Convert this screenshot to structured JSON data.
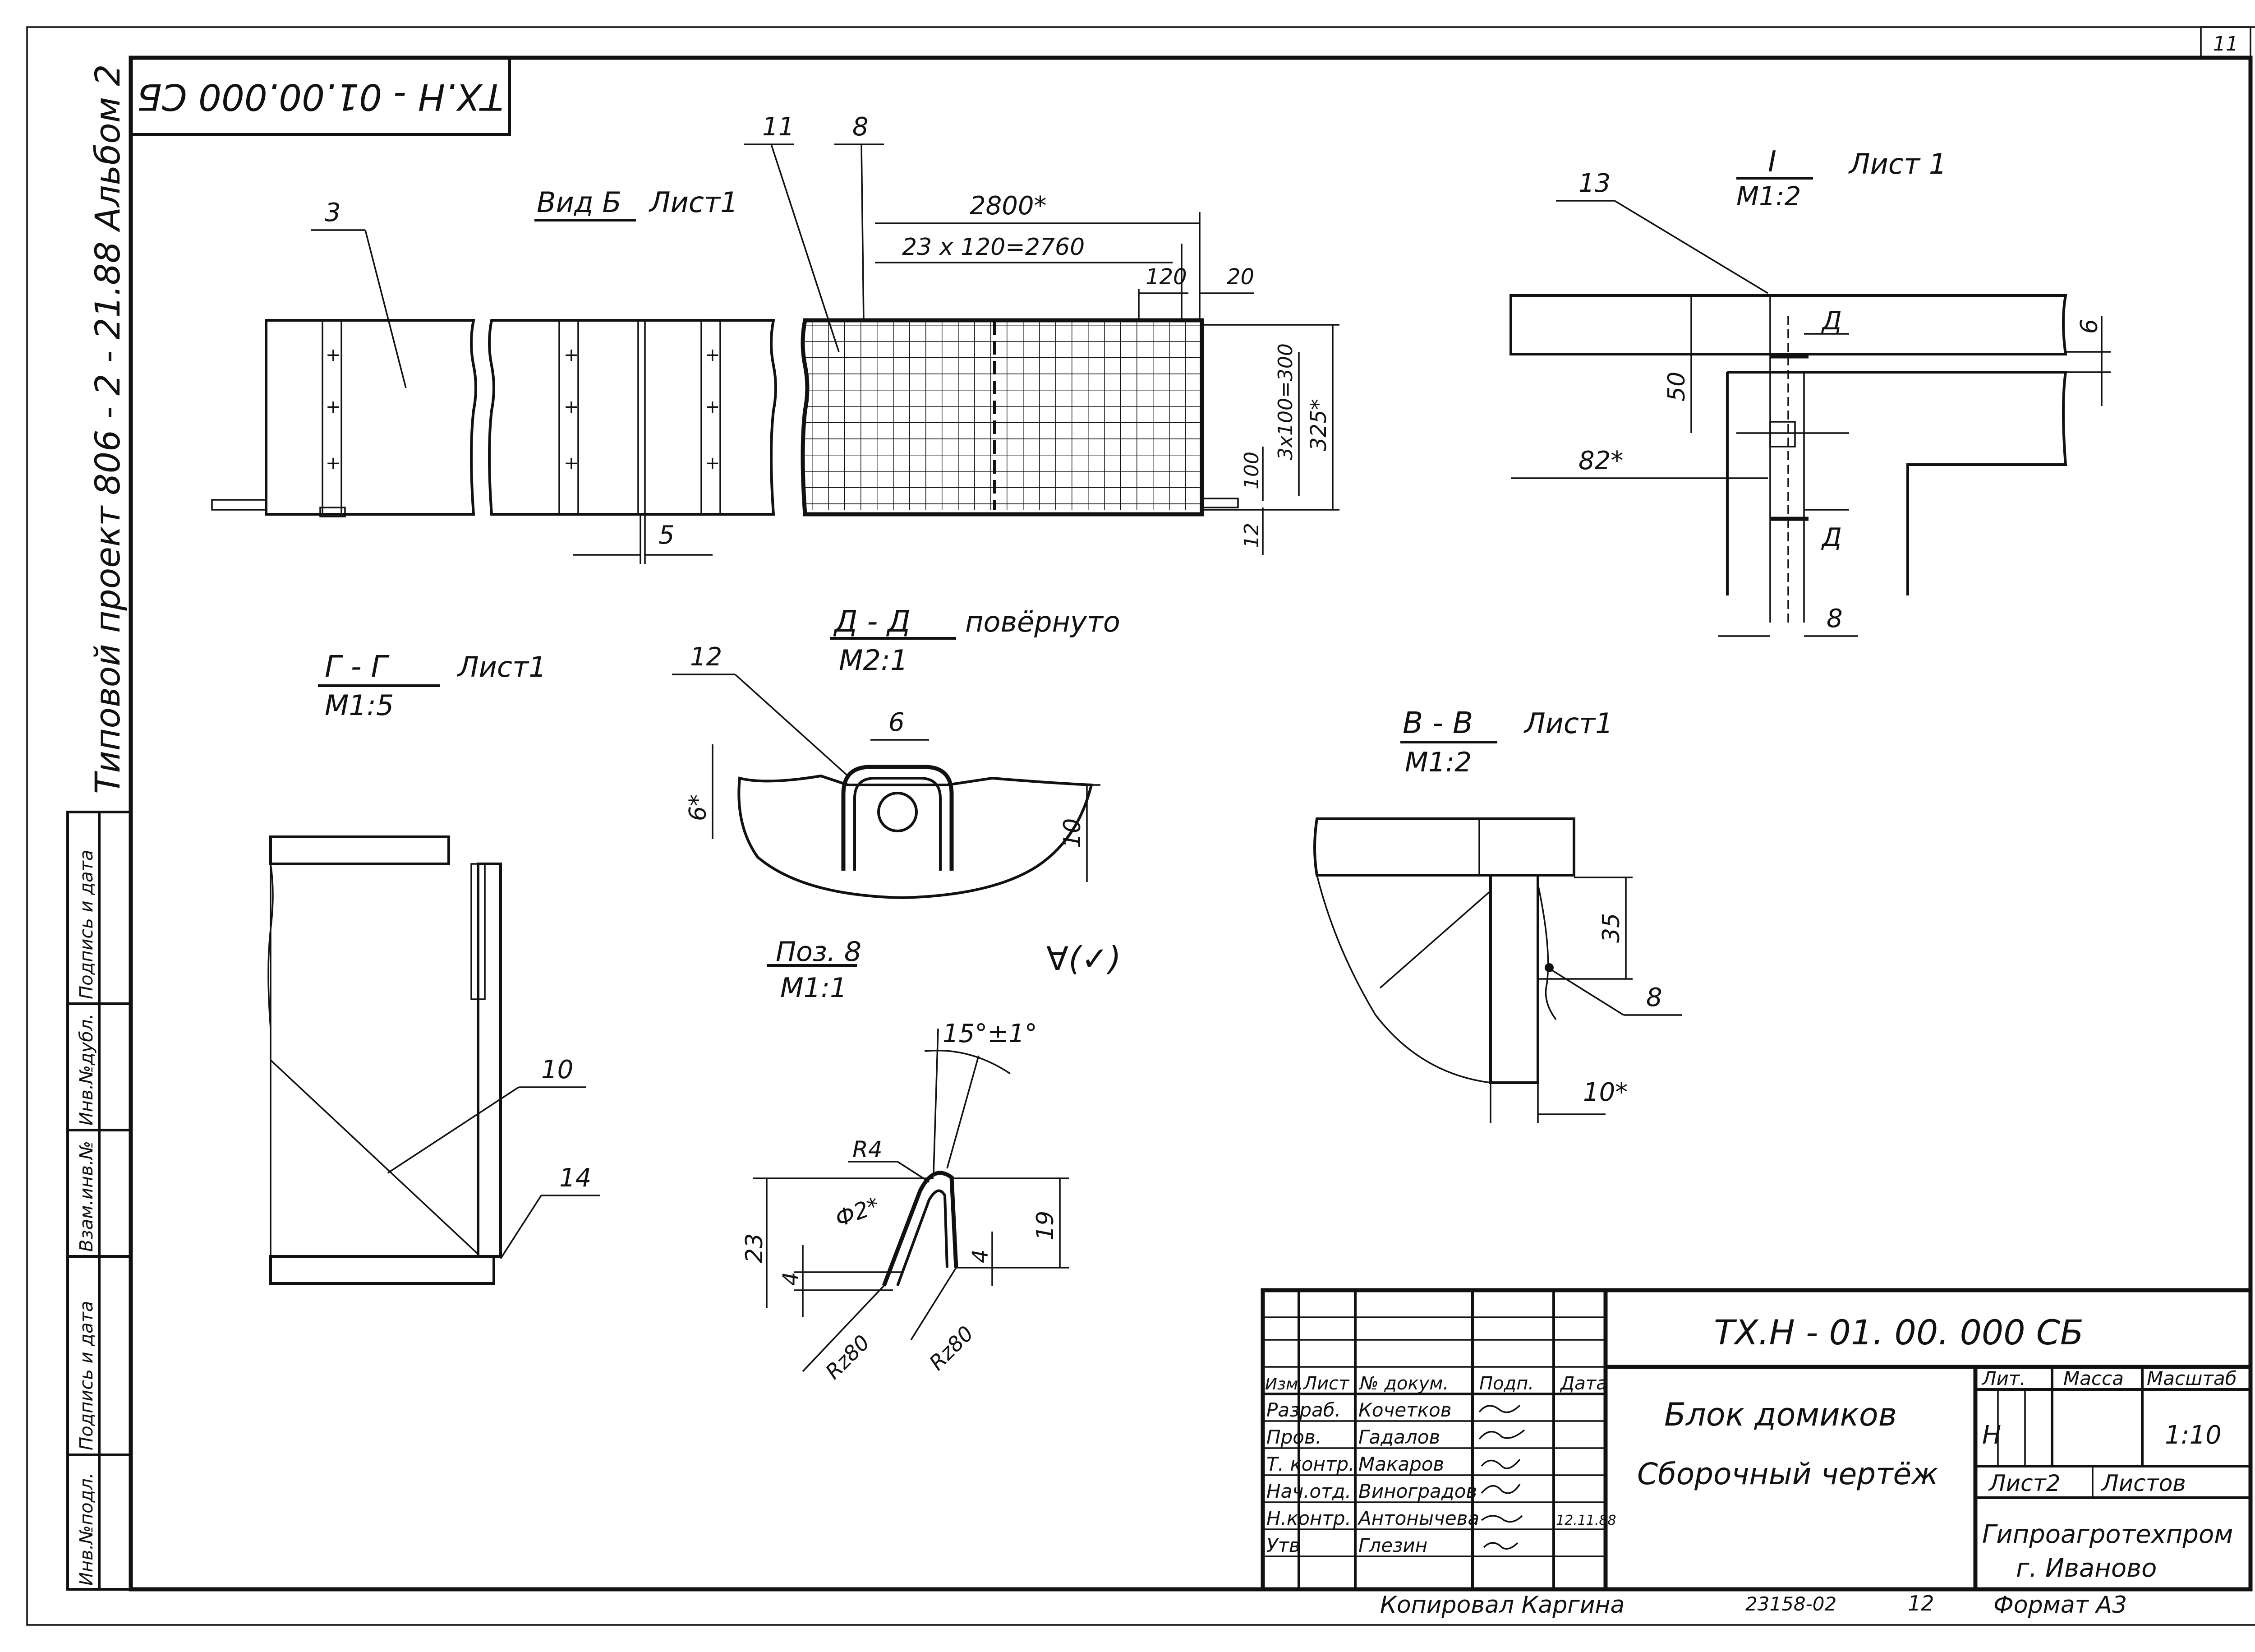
{
  "sheet": {
    "sheet_number": "11",
    "stamp_code": "ТХ.Н - 01.00.000 СБ"
  },
  "side_margin": {
    "project_line": "Типовой  проект  806 - 2 - 21.88   Альбом 2",
    "columns": [
      "Инв.№подл.",
      "Подпись и дата",
      "Взам.инв.№",
      "Инв.№дубл.",
      "Подпись и дата"
    ]
  },
  "views": {
    "vid_b": {
      "title": "Вид Б",
      "sheet_ref": "Лист1",
      "callouts": [
        "3",
        "11",
        "8"
      ],
      "dims": {
        "overall": "2800*",
        "mesh": "23 x 120=2760",
        "pitch": "120",
        "edge": "20",
        "vertical_grid": "3x100=300",
        "height": "325*",
        "bottom_pitch": "100",
        "strip": "12",
        "gap": "5"
      }
    },
    "detail_i": {
      "title": "I",
      "scale": "М1:2",
      "sheet_ref": "Лист 1",
      "callout": "13",
      "dims": {
        "thick": "6",
        "height": "50",
        "offset": "82*",
        "width": "8"
      },
      "section_marks": [
        "Д",
        "Д"
      ]
    },
    "section_gg": {
      "title": "Г - Г",
      "scale": "М1:5",
      "sheet_ref": "Лист1",
      "callouts": [
        "10",
        "14"
      ]
    },
    "section_dd": {
      "title": "Д - Д",
      "suffix": "повёрнуто",
      "scale": "М2:1",
      "callout": "12",
      "dims": {
        "width": "6",
        "depth": "6*",
        "height": "10"
      }
    },
    "section_vv": {
      "title": "В - В",
      "scale": "М1:2",
      "sheet_ref": "Лист1",
      "callout": "8",
      "dims": {
        "height": "35",
        "width": "10*"
      }
    },
    "pos8": {
      "title": "Поз. 8",
      "scale": "М1:1",
      "surface_mark": "∀(✓)",
      "dims": {
        "angle": "15°±1°",
        "radius": "R4",
        "dia": "Ф2*",
        "h1": "23",
        "h2": "19",
        "leg1": "4",
        "leg2": "4"
      },
      "roughness": [
        "Rz80",
        "Rz80"
      ]
    }
  },
  "title_block": {
    "code": "ТХ.Н - 01. 00. 000  СБ",
    "name_line1": "Блок   домиков",
    "name_line2": "Сборочный  чертёж",
    "headers": [
      "Изм.",
      "Лист",
      "№ докум.",
      "Подп.",
      "Дата"
    ],
    "rows": [
      {
        "role": "Разраб.",
        "name": "Кочетков"
      },
      {
        "role": "Пров.",
        "name": "Гадалов"
      },
      {
        "role": "Т. контр.",
        "name": "Макаров"
      },
      {
        "role": "Нач.отд.",
        "name": "Виноградов"
      },
      {
        "role": "Н.контр.",
        "name": "Антонычева",
        "date": "12.11.88"
      },
      {
        "role": "Утв",
        "name": "Глезин"
      }
    ],
    "lit_label": "Лит.",
    "lit_value": "Н",
    "mass_label": "Масса",
    "scale_label": "Масштаб",
    "scale_value": "1:10",
    "sheet_label": "Лист2",
    "sheets_label": "Листов",
    "org_line1": "Гипроагротехпром",
    "org_line2": "г. Иваново"
  },
  "footer": {
    "copied": "Копировал Каргина",
    "inventory": "23158-02",
    "page": "12",
    "format": "Формат А3"
  }
}
